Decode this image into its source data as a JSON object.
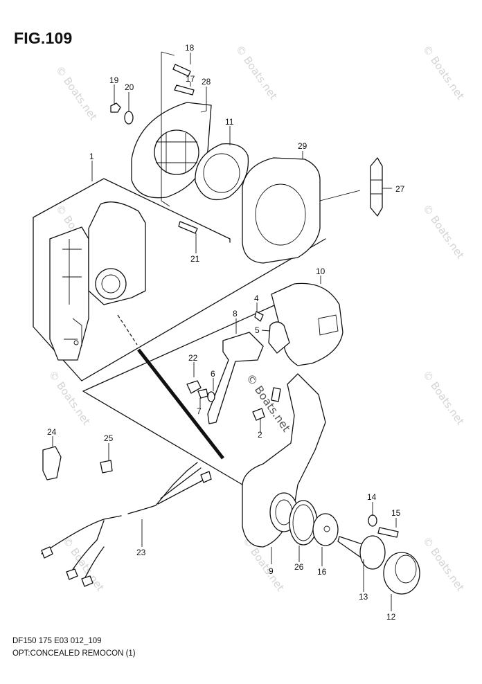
{
  "figure": {
    "title": "FIG.109"
  },
  "footer": {
    "line1": "DF150 175 E03 012_109",
    "line2": "OPT:CONCEALED REMOCON (1)"
  },
  "watermark": {
    "text": "© Boats.net"
  },
  "callouts": {
    "c1": "1",
    "c2": "2",
    "c4": "4",
    "c5": "5",
    "c6": "6",
    "c7": "7",
    "c8": "8",
    "c9": "9",
    "c10": "10",
    "c11": "11",
    "c12": "12",
    "c13": "13",
    "c14": "14",
    "c15": "15",
    "c16": "16",
    "c17": "17",
    "c18": "18",
    "c19": "19",
    "c20": "20",
    "c21": "21",
    "c22": "22",
    "c23": "23",
    "c24": "24",
    "c25": "25",
    "c26": "26",
    "c27": "27",
    "c28": "28",
    "c29": "29"
  },
  "colors": {
    "ink": "#111111",
    "watermark": "#d4d4d4",
    "background": "#ffffff"
  }
}
